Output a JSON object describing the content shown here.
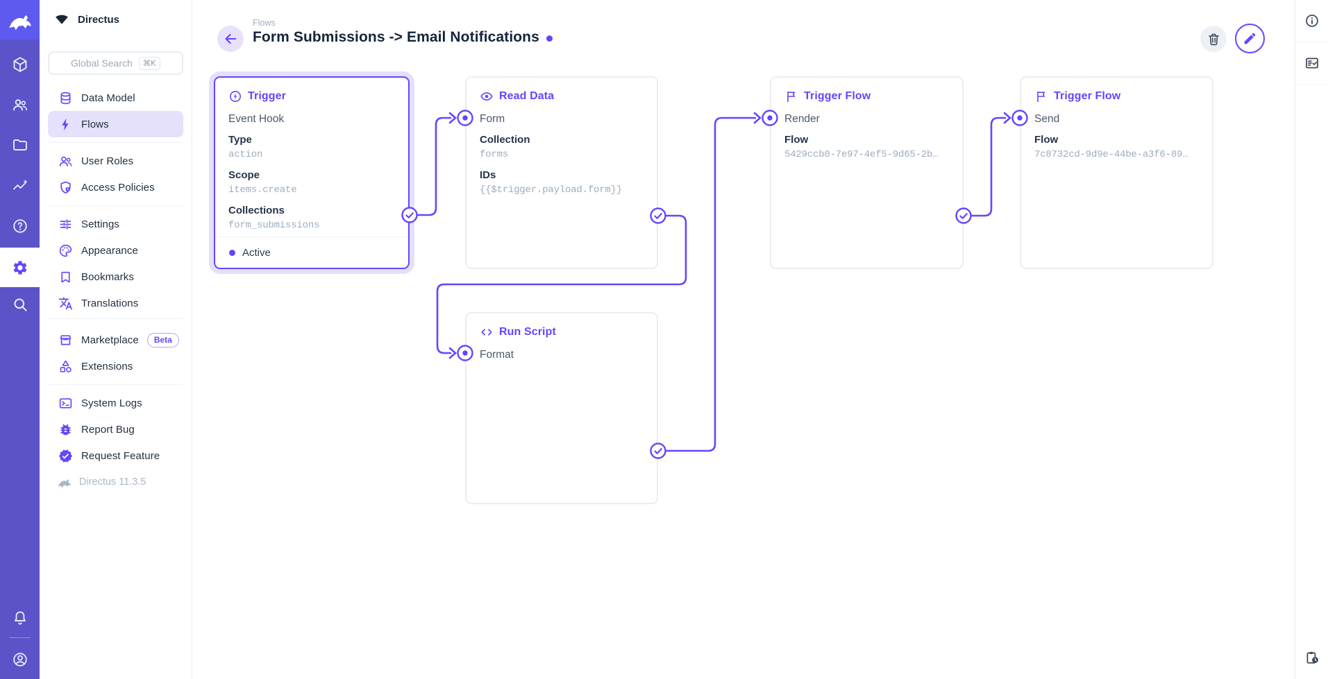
{
  "app": {
    "brand": "Directus",
    "project_name": "Directus",
    "version": "Directus 11.3.5"
  },
  "module_bar": {
    "modules": [
      {
        "icon": "box-icon"
      },
      {
        "icon": "users-icon"
      },
      {
        "icon": "folder-icon"
      },
      {
        "icon": "insights-icon"
      },
      {
        "icon": "help-icon"
      },
      {
        "icon": "gear-icon",
        "active": true
      },
      {
        "icon": "search-icon"
      }
    ],
    "bottom": [
      {
        "icon": "bell-icon"
      },
      {
        "icon": "account-icon"
      }
    ]
  },
  "sidebar": {
    "search": {
      "placeholder": "Global Search",
      "shortcut": "⌘K"
    },
    "items": [
      {
        "label": "Data Model"
      },
      {
        "label": "Flows",
        "active": true
      },
      {
        "label": "User Roles"
      },
      {
        "label": "Access Policies"
      },
      {
        "label": "Settings"
      },
      {
        "label": "Appearance"
      },
      {
        "label": "Bookmarks"
      },
      {
        "label": "Translations"
      },
      {
        "label": "Marketplace",
        "badge": "Beta"
      },
      {
        "label": "Extensions"
      },
      {
        "label": "System Logs"
      },
      {
        "label": "Report Bug"
      },
      {
        "label": "Request Feature"
      }
    ],
    "version": "Directus 11.3.5"
  },
  "header": {
    "breadcrumb": "Flows",
    "title": "Form Submissions -> Email Notifications"
  },
  "flow": {
    "trigger_card": {
      "title": "Trigger",
      "name": "Event Hook",
      "fields": [
        {
          "label": "Type",
          "value": "action"
        },
        {
          "label": "Scope",
          "value": "items.create"
        },
        {
          "label": "Collections",
          "value": "form_submissions"
        }
      ],
      "status": "Active"
    },
    "read_data_card": {
      "title": "Read Data",
      "name": "Form",
      "fields": [
        {
          "label": "Collection",
          "value": "forms"
        },
        {
          "label": "IDs",
          "value": "{{$trigger.payload.form}}"
        }
      ]
    },
    "trigger_flow_render_card": {
      "title": "Trigger Flow",
      "name": "Render",
      "fields": [
        {
          "label": "Flow",
          "value": "5429ccb0-7e97-4ef5-9d65-2b…"
        }
      ]
    },
    "trigger_flow_send_card": {
      "title": "Trigger Flow",
      "name": "Send",
      "fields": [
        {
          "label": "Flow",
          "value": "7c8732cd-9d9e-44be-a3f6-89…"
        }
      ]
    },
    "run_script_card": {
      "title": "Run Script",
      "name": "Format"
    }
  },
  "colors": {
    "accent": "#6644ff",
    "module_bar": "#5a54c8",
    "logo_background": "#5e5af0",
    "selection_halo": "#e5dffc",
    "text_dark": "#15243c",
    "text_muted": "#9dacc0"
  }
}
